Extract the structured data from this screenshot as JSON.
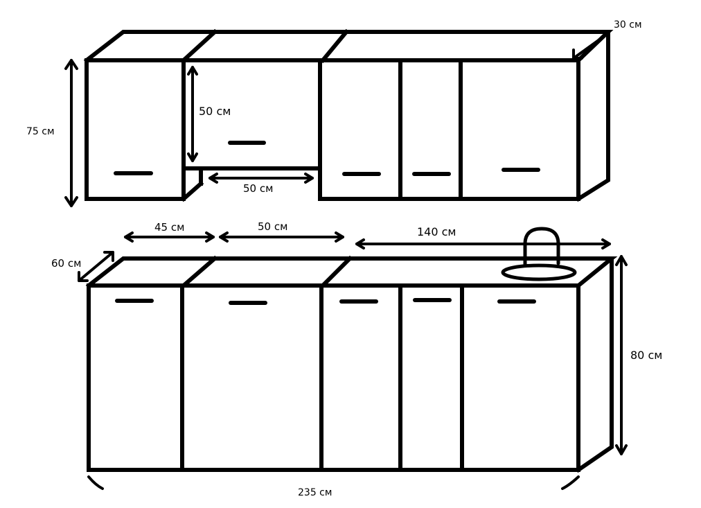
{
  "dimensions": {
    "upper_depth": "30 см",
    "upper_height": "75 см",
    "niche_height": "50 см",
    "niche_width": "50 см",
    "lower_width_left": "45 см",
    "lower_width_middle": "50 см",
    "lower_width_right": "140 см",
    "lower_depth": "60 см",
    "lower_height": "80 см",
    "total_width": "235 см"
  }
}
